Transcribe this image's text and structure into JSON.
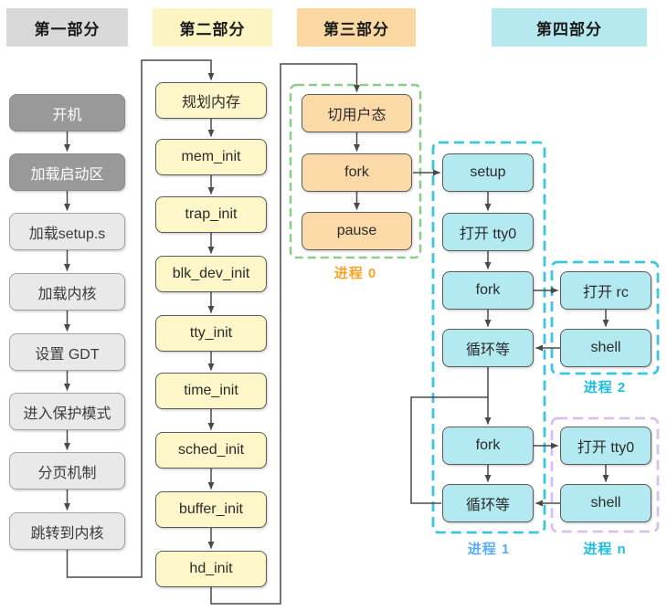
{
  "headers": [
    {
      "label": "第一部分"
    },
    {
      "label": "第二部分"
    },
    {
      "label": "第三部分"
    },
    {
      "label": "第四部分"
    }
  ],
  "part1": {
    "boxes": [
      "开机",
      "加载启动区",
      "加载setup.s",
      "加载内核",
      "设置 GDT",
      "进入保护模式",
      "分页机制",
      "跳转到内核"
    ]
  },
  "part2": {
    "boxes": [
      "规划内存",
      "mem_init",
      "trap_init",
      "blk_dev_init",
      "tty_init",
      "time_init",
      "sched_init",
      "buffer_init",
      "hd_init"
    ]
  },
  "process0": {
    "label": "进程 0",
    "boxes": [
      "切用户态",
      "fork",
      "pause"
    ]
  },
  "process1": {
    "label": "进程 1",
    "boxes": [
      "setup",
      "打开 tty0",
      "fork",
      "循环等",
      "fork",
      "循环等"
    ]
  },
  "process2": {
    "label": "进程 2",
    "boxes": [
      "打开 rc",
      "shell"
    ]
  },
  "processN": {
    "label": "进程 n",
    "boxes": [
      "打开 tty0",
      "shell"
    ]
  },
  "colors": {
    "header_gray": "#d9d9d9",
    "header_yellow": "#fcf4c3",
    "header_orange": "#fbd8a2",
    "header_cyan": "#b6e9ef",
    "node_dark_gray": "#999999",
    "node_light_gray": "#e9e9e9",
    "node_yellow": "#fdf6c9",
    "node_orange": "#fcdaa8",
    "node_cyan": "#b3e9f0",
    "boundary_green": "#8ccd8c",
    "boundary_cyan": "#3cc6de",
    "boundary_purple": "#ddbfeb",
    "label_orange": "#f7a528",
    "label_blue": "#5badf2",
    "label_cyan": "#1cbedd",
    "connector": "#4a4a4a"
  }
}
